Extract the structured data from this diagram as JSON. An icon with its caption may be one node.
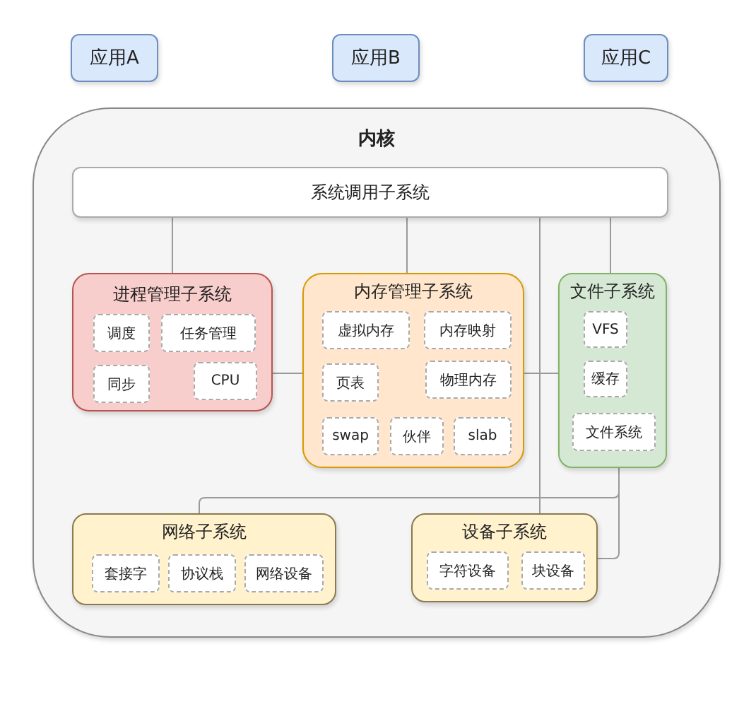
{
  "diagram": {
    "nodes": [
      {
        "text": [
          "应用A"
        ]
      },
      {
        "text": [
          "应用B"
        ]
      },
      {
        "text": [
          "应用C"
        ]
      },
      {
        "text": [
          "内核"
        ]
      },
      {
        "text": [
          "系统调用子系统"
        ],
        "in": 3
      },
      {
        "text": [
          "进程管理子系统"
        ],
        "in": 3
      },
      {
        "text": [
          "调度"
        ],
        "in": 5
      },
      {
        "text": [
          "任务管理"
        ],
        "in": 5
      },
      {
        "text": [
          "同步"
        ],
        "in": 5
      },
      {
        "text": [
          "CPU"
        ],
        "in": 5
      },
      {
        "text": [
          "内存管理子系统"
        ],
        "in": 3
      },
      {
        "text": [
          "虚拟内存"
        ],
        "in": 10
      },
      {
        "text": [
          "内存映射"
        ],
        "in": 10
      },
      {
        "text": [
          "页表"
        ],
        "in": 10
      },
      {
        "text": [
          "物理内存"
        ],
        "in": 10
      },
      {
        "text": [
          "swap"
        ],
        "in": 10
      },
      {
        "text": [
          "伙伴"
        ],
        "in": 10
      },
      {
        "text": [
          "slab"
        ],
        "in": 10
      },
      {
        "text": [
          "文件子系统"
        ],
        "in": 3
      },
      {
        "text": [
          "VFS"
        ],
        "in": 18
      },
      {
        "text": [
          "缓存"
        ],
        "in": 18
      },
      {
        "text": [
          "文件系统"
        ],
        "in": 18
      },
      {
        "text": [
          "网络子系统"
        ],
        "in": 3
      },
      {
        "text": [
          "套接字"
        ],
        "in": 22
      },
      {
        "text": [
          "协议栈"
        ],
        "in": 22
      },
      {
        "text": [
          "网络设备"
        ],
        "in": 22
      },
      {
        "text": [
          "设备子系统"
        ],
        "in": 3
      },
      {
        "text": [
          "字符设备"
        ],
        "in": 26
      },
      {
        "text": [
          "块设备"
        ],
        "in": 26
      }
    ],
    "edges": [
      {
        "from": 4,
        "to": 5,
        "arrow": "none"
      },
      {
        "from": 4,
        "to": 10,
        "arrow": "none"
      },
      {
        "from": 4,
        "to": 18,
        "arrow": "none"
      },
      {
        "from": 4,
        "to": 26,
        "arrow": "none"
      },
      {
        "from": 5,
        "to": 10,
        "arrow": "none"
      },
      {
        "from": 10,
        "to": 18,
        "arrow": "none"
      },
      {
        "from": 18,
        "to": 22,
        "arrow": "none"
      },
      {
        "from": 18,
        "to": 26,
        "arrow": "none"
      }
    ]
  }
}
